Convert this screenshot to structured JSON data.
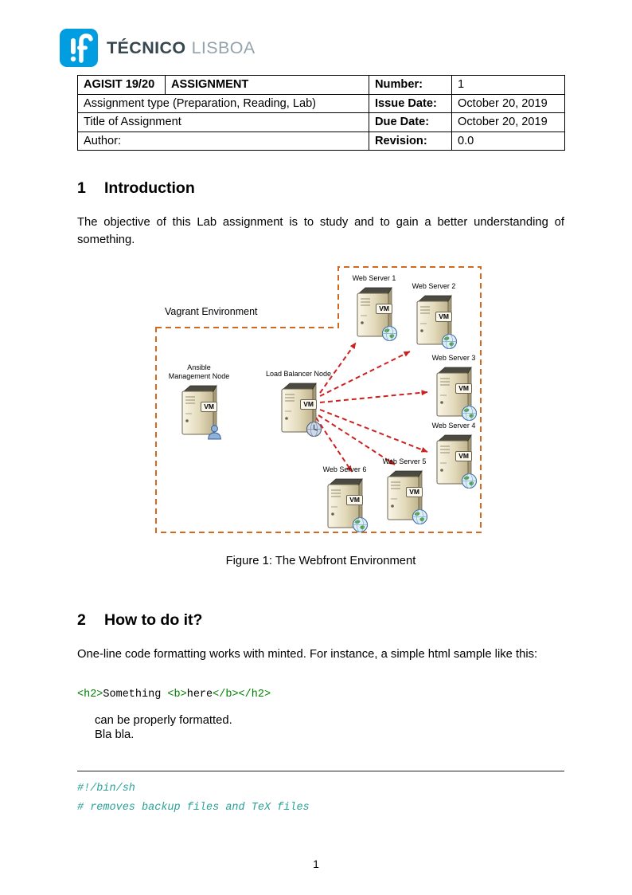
{
  "logo": {
    "brand_primary": "TÉCNICO",
    "brand_secondary": "LISBOA"
  },
  "header_table": {
    "row1": {
      "course": "AGISIT 19/20",
      "type": "ASSIGNMENT",
      "label": "Number:",
      "value": "1"
    },
    "row2": {
      "text": "Assignment type (Preparation, Reading, Lab)",
      "label": "Issue Date:",
      "value": "October 20, 2019"
    },
    "row3": {
      "text": "Title of Assignment",
      "label": "Due Date:",
      "value": "October 20, 2019"
    },
    "row4": {
      "text": "Author:",
      "label": "Revision:",
      "value": "0.0"
    }
  },
  "intro": {
    "number": "1",
    "title": "Introduction",
    "body": "The objective of this Lab assignment is to study and to gain a better understanding of something."
  },
  "figure": {
    "env_label": "Vagrant Environment",
    "vm_label": "VM",
    "ansible_line1": "Ansible",
    "ansible_line2": "Management Node",
    "load_balancer_label": "Load Balancer Node",
    "web_servers": [
      "Web Server 1",
      "Web Server 2",
      "Web Server 3",
      "Web Server 4",
      "Web Server 5",
      "Web Server 6"
    ],
    "caption": "Figure 1: The Webfront Environment"
  },
  "howto": {
    "number": "2",
    "title": "How to do it?",
    "body": "One-line code formatting works with minted. For instance, a simple html sample like this:",
    "code_segments": [
      {
        "text": "<h2>",
        "type": "tag"
      },
      {
        "text": "Something ",
        "type": "plain"
      },
      {
        "text": "<b>",
        "type": "tag"
      },
      {
        "text": "here",
        "type": "plain"
      },
      {
        "text": "</b>",
        "type": "tag"
      },
      {
        "text": "</h2>",
        "type": "tag"
      }
    ],
    "after_line1": "can be properly formatted.",
    "after_line2": "Bla bla."
  },
  "script_block": {
    "line1": "#!/bin/sh",
    "line2": "# removes backup files and TeX files"
  },
  "page": {
    "number": "1"
  },
  "colors": {
    "tecnico-blue": "#009de0",
    "env-border": "#d2691e",
    "arrow-red": "#cc2222",
    "tag-green": "#008000",
    "comment-teal": "#2aa198"
  }
}
